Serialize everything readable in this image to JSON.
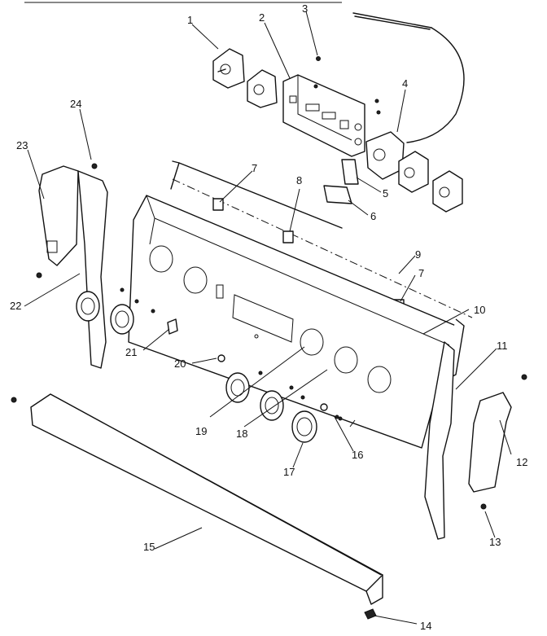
{
  "callouts": {
    "c1": "1",
    "c2": "2",
    "c3": "3",
    "c4": "4",
    "c5": "5",
    "c6": "6",
    "c7a": "7",
    "c7b": "7",
    "c8": "8",
    "c9": "9",
    "c10": "10",
    "c11": "11",
    "c12": "12",
    "c13": "13",
    "c14": "14",
    "c15": "15",
    "c16": "16",
    "c17": "17",
    "c18": "18",
    "c19": "19",
    "c20": "20",
    "c21": "21",
    "c22": "22",
    "c23": "23",
    "c24": "24"
  }
}
